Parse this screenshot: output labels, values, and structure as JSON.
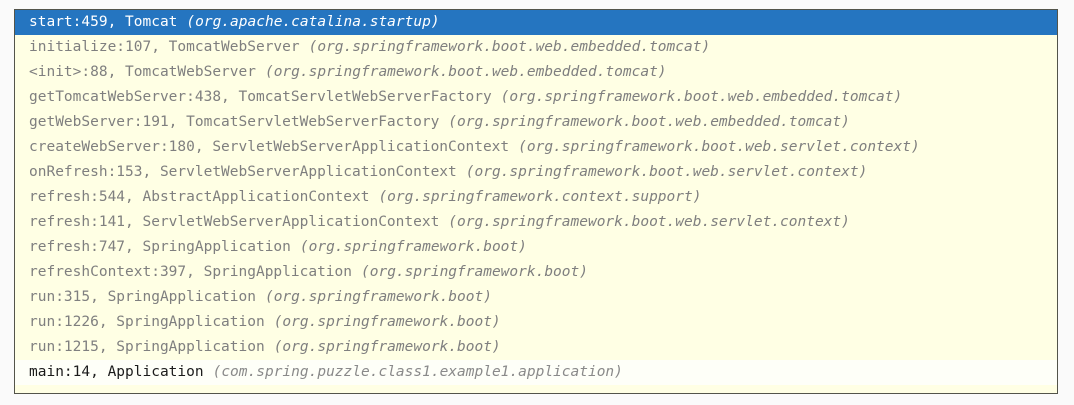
{
  "panel": {
    "title": "call-stack-frames",
    "colors": {
      "background": "#ffffe4",
      "border": "#53544a",
      "selection": "#2575c0",
      "selection_text": "#ffffff",
      "text": "#7f7f7f",
      "emphasized_text": "#1b1b1b",
      "emphasized_background": "#fefff8"
    }
  },
  "frames": [
    {
      "method": "start:459, Tomcat",
      "package": "(org.apache.catalina.startup)",
      "state": "selected"
    },
    {
      "method": "initialize:107, TomcatWebServer",
      "package": "(org.springframework.boot.web.embedded.tomcat)",
      "state": "normal"
    },
    {
      "method": "<init>:88, TomcatWebServer",
      "package": "(org.springframework.boot.web.embedded.tomcat)",
      "state": "normal"
    },
    {
      "method": "getTomcatWebServer:438, TomcatServletWebServerFactory",
      "package": "(org.springframework.boot.web.embedded.tomcat)",
      "state": "normal"
    },
    {
      "method": "getWebServer:191, TomcatServletWebServerFactory",
      "package": "(org.springframework.boot.web.embedded.tomcat)",
      "state": "normal"
    },
    {
      "method": "createWebServer:180, ServletWebServerApplicationContext",
      "package": "(org.springframework.boot.web.servlet.context)",
      "state": "normal"
    },
    {
      "method": "onRefresh:153, ServletWebServerApplicationContext",
      "package": "(org.springframework.boot.web.servlet.context)",
      "state": "normal"
    },
    {
      "method": "refresh:544, AbstractApplicationContext",
      "package": "(org.springframework.context.support)",
      "state": "normal"
    },
    {
      "method": "refresh:141, ServletWebServerApplicationContext",
      "package": "(org.springframework.boot.web.servlet.context)",
      "state": "normal"
    },
    {
      "method": "refresh:747, SpringApplication",
      "package": "(org.springframework.boot)",
      "state": "normal"
    },
    {
      "method": "refreshContext:397, SpringApplication",
      "package": "(org.springframework.boot)",
      "state": "normal"
    },
    {
      "method": "run:315, SpringApplication",
      "package": "(org.springframework.boot)",
      "state": "normal"
    },
    {
      "method": "run:1226, SpringApplication",
      "package": "(org.springframework.boot)",
      "state": "normal"
    },
    {
      "method": "run:1215, SpringApplication",
      "package": "(org.springframework.boot)",
      "state": "normal"
    },
    {
      "method": "main:14, Application",
      "package": "(com.spring.puzzle.class1.example1.application)",
      "state": "emphasized"
    }
  ]
}
